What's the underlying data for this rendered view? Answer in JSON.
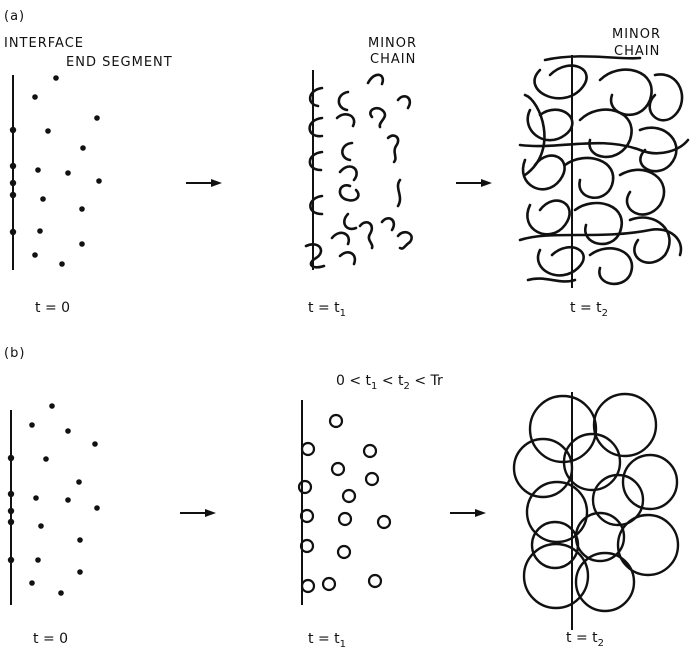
{
  "panel_a": {
    "marker": "(a)",
    "interface_label": "INTERFACE",
    "end_segment_label": "END SEGMENT",
    "minor_chain_label_1_line1": "MINOR",
    "minor_chain_label_1_line2": "CHAIN",
    "minor_chain_label_2_line1": "MINOR",
    "minor_chain_label_2_line2": "CHAIN",
    "time_labels": [
      "t = 0",
      "t = t",
      "t = t"
    ],
    "time_subscripts": [
      "",
      "1",
      "2"
    ]
  },
  "panel_b": {
    "marker": "(b)",
    "condition": {
      "p1": "0 < t",
      "s1": "1",
      "p2": " < t",
      "s2": "2",
      "p3": " < Tr"
    },
    "time_labels": [
      "t = 0",
      "t = t",
      "t = t"
    ],
    "time_subscripts": [
      "",
      "1",
      "2"
    ]
  }
}
